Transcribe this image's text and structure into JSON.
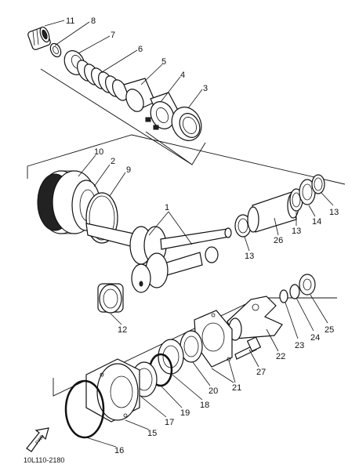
{
  "diagram_code": "10L110-2180",
  "fwd_label": "FWD",
  "callouts": [
    "11",
    "8",
    "7",
    "6",
    "5",
    "4",
    "3",
    "10",
    "2",
    "9",
    "1",
    "13",
    "14",
    "13",
    "26",
    "13",
    "12",
    "25",
    "24",
    "23",
    "22",
    "27",
    "21",
    "20",
    "18",
    "19",
    "17",
    "15",
    "16"
  ]
}
